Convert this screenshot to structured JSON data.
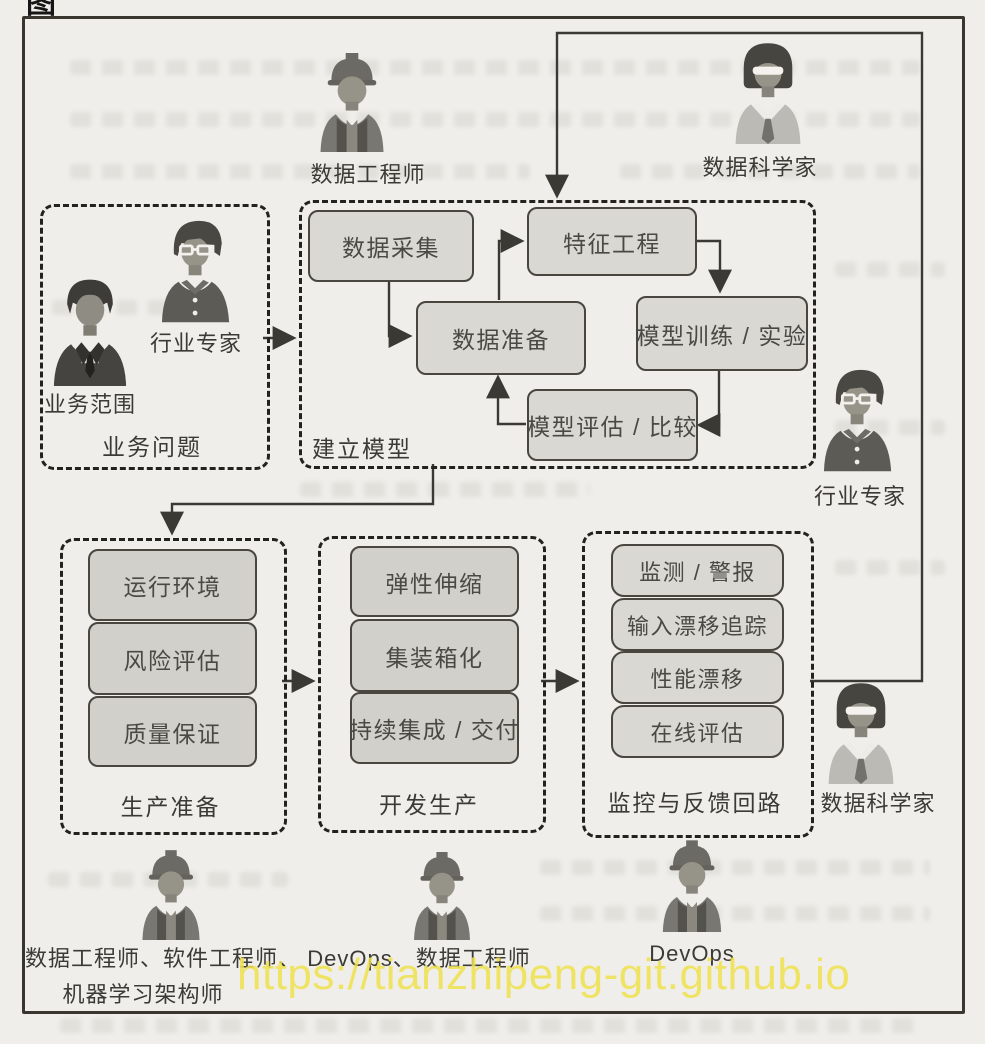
{
  "caption_fragment": "图",
  "watermark": "https://tianzhipeng-git.github.io",
  "colors": {
    "paper": "#f0eeea",
    "frame_border": "#38362f",
    "dashed_border": "#23221e",
    "node_fill": "#d9d8d3",
    "node_border": "#48463f",
    "node_text": "#4a4944",
    "arrow": "#3a3934",
    "watermark": "#eee04c"
  },
  "actors": {
    "top_engineer": "数据工程师",
    "top_scientist": "数据科学家",
    "business_scope": "业务范围",
    "expert_left": "行业专家",
    "expert_right": "行业专家",
    "scientist_bottom": "数据科学家",
    "engineers_line1": "数据工程师、软件工程师、",
    "engineers_line2": "机器学习架构师",
    "devops_data_engineer": "DevOps、数据工程师",
    "devops": "DevOps"
  },
  "groups": {
    "business": {
      "title": "业务问题"
    },
    "modeling": {
      "title": "建立模型",
      "nodes": {
        "collect": "数据采集",
        "feature": "特征工程",
        "prepare": "数据准备",
        "train": "模型训练 / 实验",
        "evaluate": "模型评估 / 比较"
      }
    },
    "production_prep": {
      "title": "生产准备",
      "nodes": [
        "运行环境",
        "风险评估",
        "质量保证"
      ]
    },
    "dev_to_prod": {
      "title": "开发生产",
      "nodes": [
        "弹性伸缩",
        "集装箱化",
        "持续集成 / 交付"
      ]
    },
    "monitoring": {
      "title": "监控与反馈回路",
      "nodes": [
        "监测 / 警报",
        "输入漂移追踪",
        "性能漂移",
        "在线评估"
      ]
    }
  }
}
